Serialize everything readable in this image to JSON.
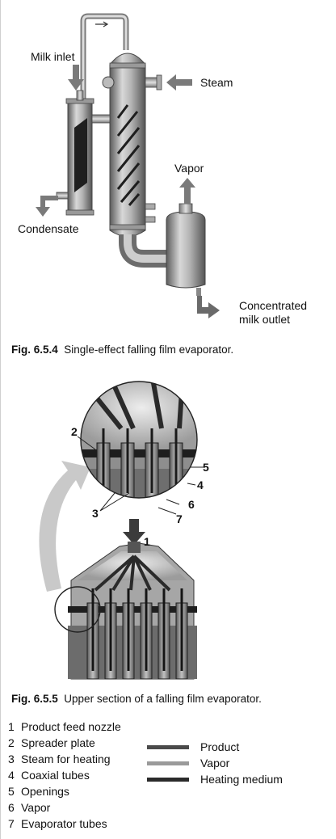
{
  "figure1": {
    "caption_num": "Fig. 6.5.4",
    "caption_text": "Single-effect falling film evaporator.",
    "labels": {
      "milk_inlet": "Milk inlet",
      "steam": "Steam",
      "vapor": "Vapor",
      "condensate": "Condensate",
      "outlet_line1": "Concentrated",
      "outlet_line2": "milk outlet"
    }
  },
  "figure2": {
    "caption_num": "Fig. 6.5.5",
    "caption_text": "Upper section of a falling film evaporator.",
    "callouts": [
      "1",
      "2",
      "3",
      "4",
      "5",
      "6",
      "7"
    ],
    "legend_items": [
      {
        "num": "1",
        "text": "Product feed nozzle"
      },
      {
        "num": "2",
        "text": "Spreader plate"
      },
      {
        "num": "3",
        "text": "Steam for heating"
      },
      {
        "num": "4",
        "text": "Coaxial tubes"
      },
      {
        "num": "5",
        "text": "Openings"
      },
      {
        "num": "6",
        "text": "Vapor"
      },
      {
        "num": "7",
        "text": "Evaporator tubes"
      }
    ],
    "key": [
      {
        "label": "Product",
        "color": "#4a4a4a"
      },
      {
        "label": "Vapor",
        "color": "#9a9a9a"
      },
      {
        "label": "Heating medium",
        "color": "#2a2a2a"
      }
    ]
  }
}
